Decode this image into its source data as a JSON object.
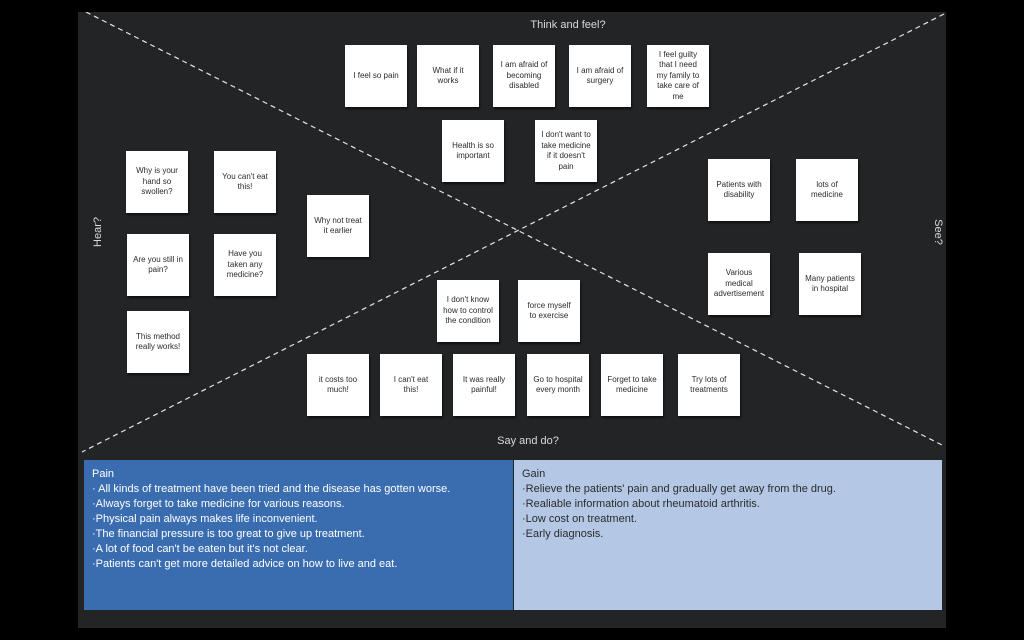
{
  "quadrants": {
    "think": "Think and feel?",
    "hear": "Hear?",
    "see": "See?",
    "say": "Say and do?"
  },
  "notes": {
    "think": [
      "I feel so pain",
      "What if it works",
      "I am afraid of becoming disabled",
      "I am afraid of surgery",
      "I feel guilty that I need my family to take care of me",
      "Health is so important",
      "I don't want to take medicine if it doesn't pain"
    ],
    "hear": [
      "Why is your hand so swollen?",
      "You can't eat this!",
      "Why not treat it earlier",
      "Are you still in pain?",
      "Have you taken any medicine?",
      "This method really works!"
    ],
    "see": [
      "Patients with disability",
      "lots of medicine",
      "Various medical advertisement",
      "Many patients in hospital"
    ],
    "say": [
      "I don't know how to control the condition",
      "force myself to exercise",
      "it costs too much!",
      "I can't eat this!",
      "It was really painful!",
      "Go to hospital every month",
      "Forget to take medicine",
      "Try lots of treatments"
    ]
  },
  "pain": {
    "title": "Pain",
    "items": [
      "· All kinds of treatment have been tried and the disease has gotten worse.",
      "·Always forget to take medicine for various reasons.",
      "·Physical pain always makes life inconvenient.",
      "·The financial pressure is too great to give up treatment.",
      "·A lot of food can't be eaten but it's not clear.",
      "·Patients can't get more detailed advice on how to live and eat."
    ]
  },
  "gain": {
    "title": "Gain",
    "items": [
      "·Relieve the patients' pain and gradually get away from the drug.",
      "·Realiable information about rheumatoid arthritis.",
      "·Low cost on treatment.",
      "·Early diagnosis."
    ]
  },
  "colors": {
    "board": "#232426",
    "note": "#ffffff",
    "pain_panel": "#3a6db0",
    "gain_panel": "#b4c8e6"
  }
}
